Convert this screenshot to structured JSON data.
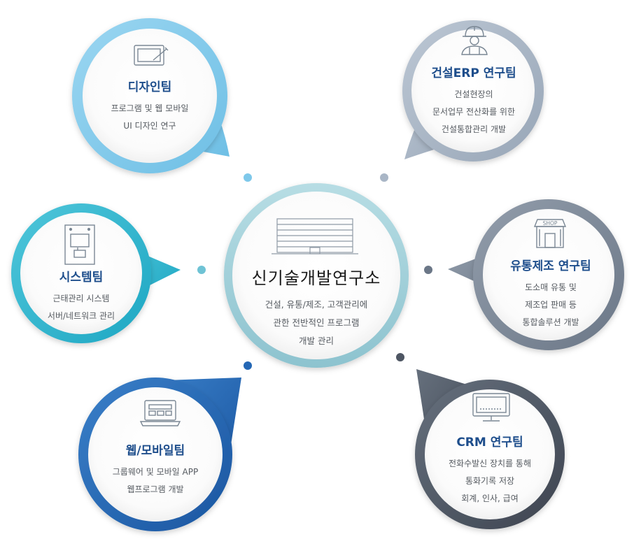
{
  "center": {
    "title": "신기술개발연구소",
    "lines": [
      "건설, 유통/제조, 고객관리에",
      "관한 전반적인 프로그램",
      "개발 관리"
    ],
    "icon": "building-icon"
  },
  "teams": [
    {
      "title": "디자인팀",
      "lines": [
        "프로그램 및 웹 모바일",
        "UI 디자인 연구"
      ],
      "icon": "design-tablet-icon",
      "color": "#7ec8ea"
    },
    {
      "title": "건설ERP 연구팀",
      "lines": [
        "건설현장의",
        "문서업무 전산화를 위한",
        "건설통합관리 개발"
      ],
      "icon": "construction-worker-icon",
      "color": "#a9b6c6"
    },
    {
      "title": "시스템팀",
      "lines": [
        "근태관리 시스템",
        "서버/네트워크 관리"
      ],
      "icon": "terminal-device-icon",
      "color": "#31b7cf"
    },
    {
      "title": "유통제조 연구팀",
      "lines": [
        "도소매 유통 및",
        "제조업 판매 등",
        "통합솔루션 개발"
      ],
      "icon": "shop-icon",
      "color": "#7e8a98",
      "shop_label": "SHOP"
    },
    {
      "title": "웹/모바일팀",
      "lines": [
        "그룹웨어 및 모바일 APP",
        "웹프로그램 개발"
      ],
      "icon": "laptop-icon",
      "color": "#2467b5"
    },
    {
      "title": "CRM 연구팀",
      "lines": [
        "전화수발신 장치를 통해",
        "통화기록 저장",
        "회계, 인사, 급여"
      ],
      "icon": "monitor-icon",
      "color": "#4e5663"
    }
  ]
}
